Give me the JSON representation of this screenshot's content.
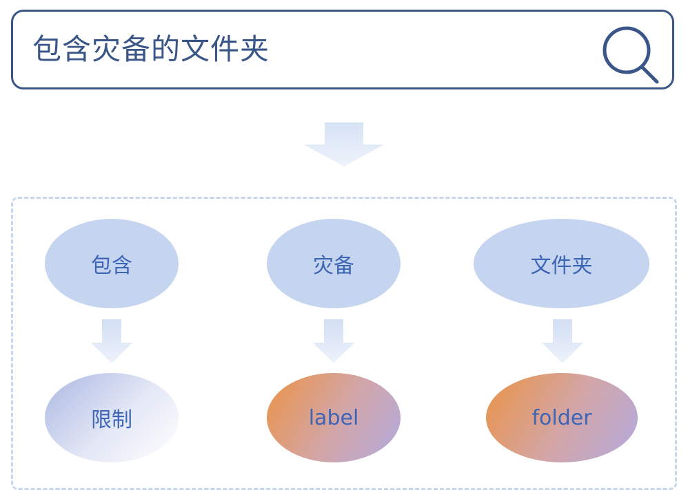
{
  "search": {
    "query": "包含灾备的文件夹",
    "icon": "search-icon"
  },
  "colors": {
    "primary": "#3a5587",
    "keyword_fill": "#c5d5f0",
    "text_blue": "#3d65b5",
    "arrow_light": "#dce6f7",
    "panel_border": "#c7d6ec",
    "warm_start": "#eb9345",
    "warm_end": "#b3aade"
  },
  "diagram": {
    "keywords": [
      {
        "label": "包含"
      },
      {
        "label": "灾备"
      },
      {
        "label": "文件夹"
      }
    ],
    "results": [
      {
        "label": "限制"
      },
      {
        "label": "label"
      },
      {
        "label": "folder"
      }
    ]
  }
}
